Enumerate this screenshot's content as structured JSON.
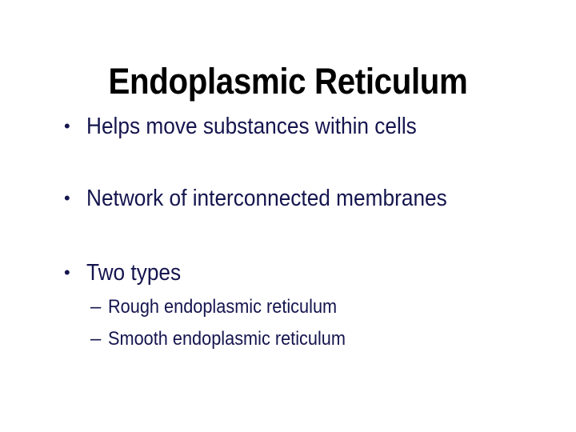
{
  "slide": {
    "title": "Endoplasmic Reticulum",
    "title_color": "#000000",
    "body_color": "#15154f",
    "background_color": "#ffffff",
    "bullets": [
      {
        "marker": "•",
        "text": "Helps move substances within cells",
        "level": 1
      },
      {
        "marker": "•",
        "text": "Network of interconnected membranes",
        "level": 1
      },
      {
        "marker": "•",
        "text": "Two types",
        "level": 1
      }
    ],
    "subbullets": [
      {
        "marker": "–",
        "text": "Rough endoplasmic reticulum",
        "level": 2
      },
      {
        "marker": "–",
        "text": "Smooth endoplasmic reticulum",
        "level": 2
      }
    ]
  }
}
